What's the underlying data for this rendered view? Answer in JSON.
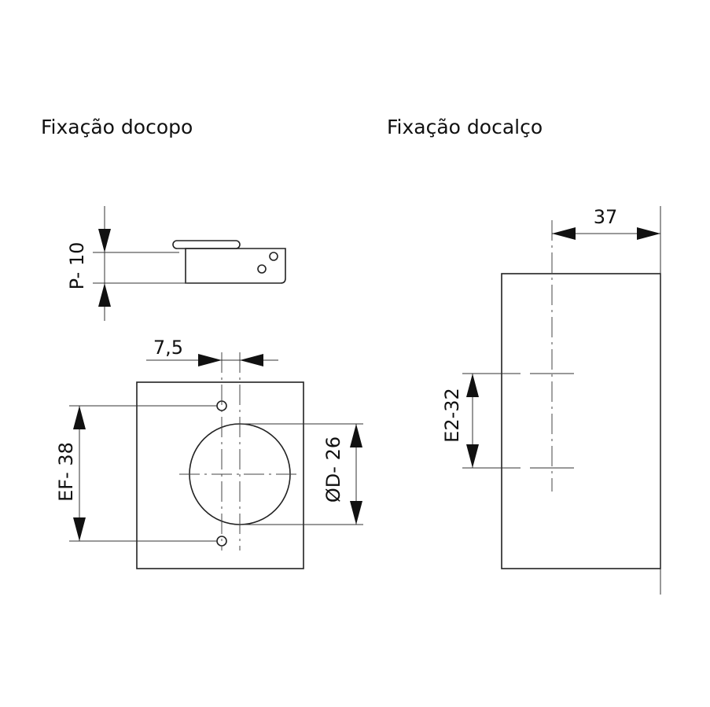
{
  "left_view": {
    "title": "Fixação docopo",
    "dim_p": "P- 10",
    "dim_offset": "7,5",
    "dim_ef": "EF- 38",
    "dim_d": "ØD- 26"
  },
  "right_view": {
    "title": "Fixação docalço",
    "dim_width": "37",
    "dim_e": "E2-32"
  }
}
